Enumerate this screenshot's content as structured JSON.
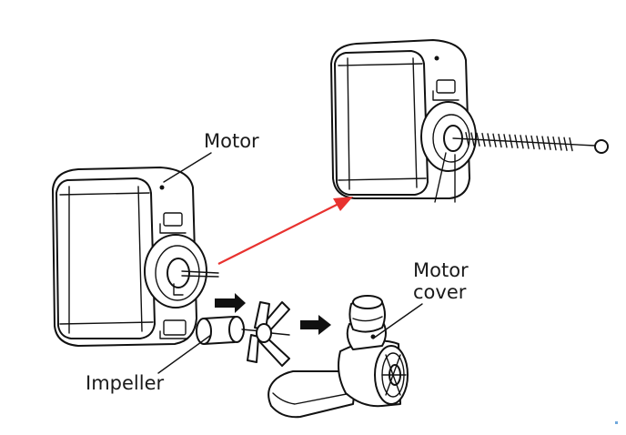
{
  "labels": {
    "motor": "Motor",
    "impeller": "Impeller",
    "motor_cover_line1": "Motor",
    "motor_cover_line2": "cover"
  },
  "colors": {
    "line": "#111111",
    "highlight_arrow": "#e8322f",
    "background": "#ffffff"
  },
  "icons": [
    "motor-unit",
    "impeller",
    "motor-cover",
    "cleaning-brush",
    "flow-arrow"
  ]
}
